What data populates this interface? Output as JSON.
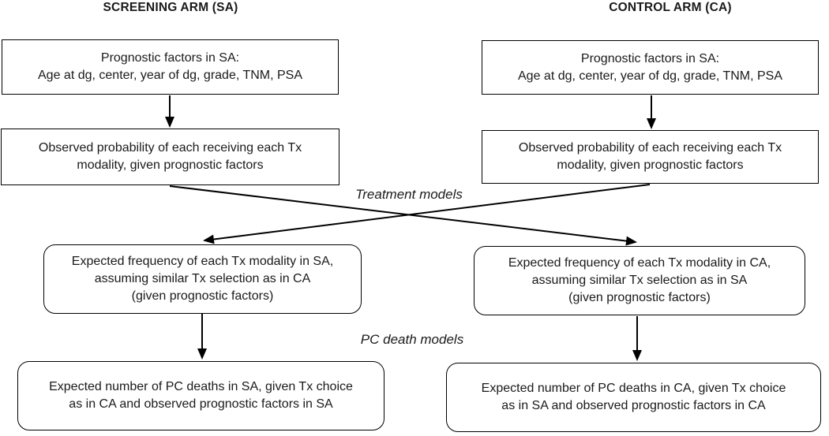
{
  "diagram": {
    "columns": {
      "sa": {
        "header": "SCREENING ARM (SA)"
      },
      "ca": {
        "header": "CONTROL ARM (CA)"
      }
    },
    "boxes": {
      "sa_prognostic": {
        "line1": "Prognostic factors in SA:",
        "line2": "Age at dg, center, year of dg, grade, TNM, PSA"
      },
      "ca_prognostic": {
        "line1": "Prognostic factors in SA:",
        "line2": "Age at dg, center, year of dg, grade, TNM, PSA"
      },
      "sa_observed": {
        "line1": "Observed probability of each receiving each Tx",
        "line2": "modality, given prognostic factors"
      },
      "ca_observed": {
        "line1": "Observed probability of each receiving each Tx",
        "line2": "modality, given prognostic factors"
      },
      "sa_expected_freq": {
        "line1": "Expected frequency of each Tx modality in SA,",
        "line2": "assuming similar Tx selection as in CA",
        "line3": "(given prognostic factors)"
      },
      "ca_expected_freq": {
        "line1": "Expected frequency of each Tx modality in CA,",
        "line2": "assuming similar Tx selection as in SA",
        "line3": "(given prognostic factors)"
      },
      "sa_expected_deaths": {
        "line1": "Expected number of PC deaths in SA, given Tx choice",
        "line2": "as in CA and observed prognostic factors in SA"
      },
      "ca_expected_deaths": {
        "line1": "Expected number of PC deaths in CA, given Tx choice",
        "line2": "as in SA and observed prognostic factors in CA"
      }
    },
    "labels": {
      "treatment_models": "Treatment models",
      "pc_death_models": "PC death models"
    },
    "colors": {
      "line": "#000000",
      "text": "#1a1a1a",
      "background": "#ffffff"
    }
  }
}
